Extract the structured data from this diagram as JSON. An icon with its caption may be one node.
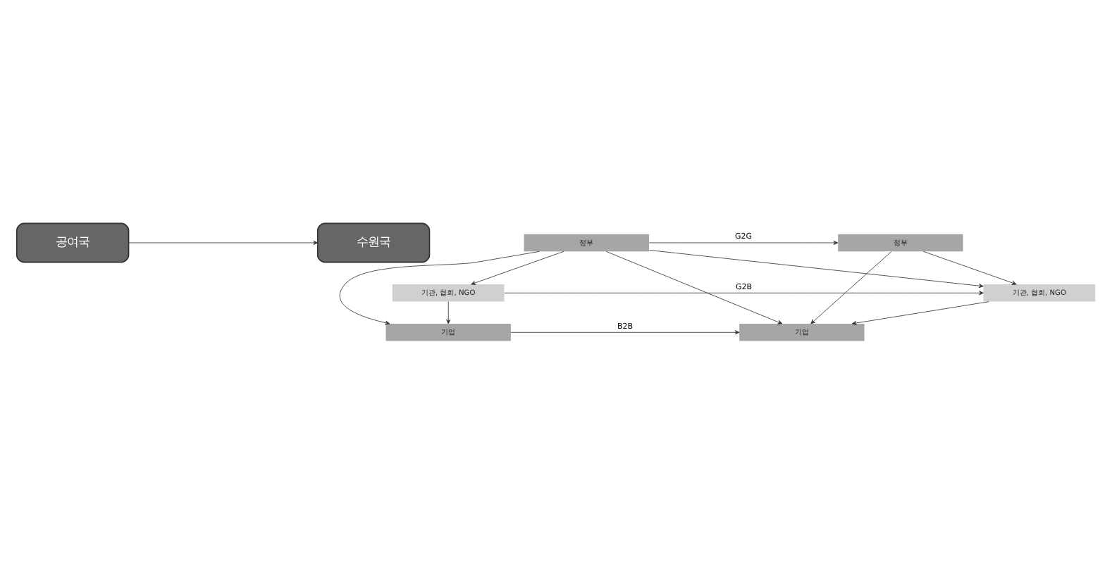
{
  "diagram": {
    "nodes": [
      {
        "text": [
          "공여국"
        ]
      },
      {
        "text": [
          "수원국"
        ]
      },
      {
        "text": [
          "정부"
        ]
      },
      {
        "text": [
          "기관, 협회, NGO"
        ]
      },
      {
        "text": [
          "기업"
        ]
      },
      {
        "text": [
          "정부"
        ]
      },
      {
        "text": [
          "기관, 협회, NGO"
        ]
      },
      {
        "text": [
          "기업"
        ]
      }
    ],
    "edges": [
      {
        "from": 0,
        "to": 1,
        "arrow": "to"
      },
      {
        "from": 2,
        "to": 5,
        "arrow": "to",
        "label": "G2G"
      },
      {
        "from": 2,
        "to": 6,
        "arrow": "to"
      },
      {
        "from": 3,
        "to": 6,
        "arrow": "to",
        "label": "G2B"
      },
      {
        "from": 2,
        "to": 7,
        "arrow": "to"
      },
      {
        "from": 4,
        "to": 7,
        "arrow": "to",
        "label": "B2B"
      },
      {
        "from": 2,
        "to": 3,
        "arrow": "to"
      },
      {
        "from": 2,
        "to": 4,
        "arrow": "to"
      },
      {
        "from": 3,
        "to": 4,
        "arrow": "to"
      },
      {
        "from": 5,
        "to": 6,
        "arrow": "to"
      },
      {
        "from": 5,
        "to": 7,
        "arrow": "to"
      },
      {
        "from": 6,
        "to": 7,
        "arrow": "to"
      }
    ]
  }
}
